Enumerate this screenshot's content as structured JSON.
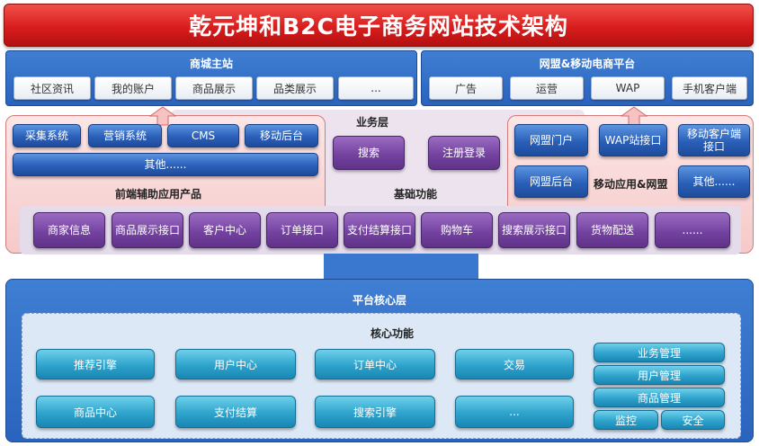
{
  "title": "乾元坤和B2C电子商务网站技术架构",
  "mall_site": {
    "title": "商城主站",
    "items": [
      "社区资讯",
      "我的账户",
      "商品展示",
      "品类展示",
      "..."
    ]
  },
  "mobile_platform": {
    "title": "网盟&移动电商平台",
    "items": [
      "广告",
      "运营",
      "WAP",
      "手机客户端"
    ]
  },
  "frontend_aux": {
    "label": "前端辅助应用产品",
    "items": [
      "采集系统",
      "营销系统",
      "CMS",
      "移动后台"
    ],
    "other": "其他......"
  },
  "business_layer": {
    "label": "业务层",
    "items": [
      "搜索",
      "注册登录"
    ]
  },
  "mobile_apps": {
    "label": "移动应用&网盟",
    "items": [
      "网盟门户",
      "WAP站接口",
      "移动客户端接口",
      "网盟后台",
      "其他......"
    ]
  },
  "basic_functions": {
    "label": "基础功能",
    "items": [
      "商家信息",
      "商品展示接口",
      "客户中心",
      "订单接口",
      "支付结算接口",
      "购物车",
      "搜索展示接口",
      "货物配送",
      "......"
    ]
  },
  "core_platform": {
    "label": "平台核心层",
    "core_label": "核心功能",
    "row1": [
      "推荐引擎",
      "用户中心",
      "订单中心",
      "交易"
    ],
    "row2": [
      "商品中心",
      "支付结算",
      "搜索引擎",
      "..."
    ],
    "management": [
      "业务管理",
      "用户管理",
      "商品管理"
    ],
    "bottom": [
      "监控",
      "安全"
    ]
  }
}
